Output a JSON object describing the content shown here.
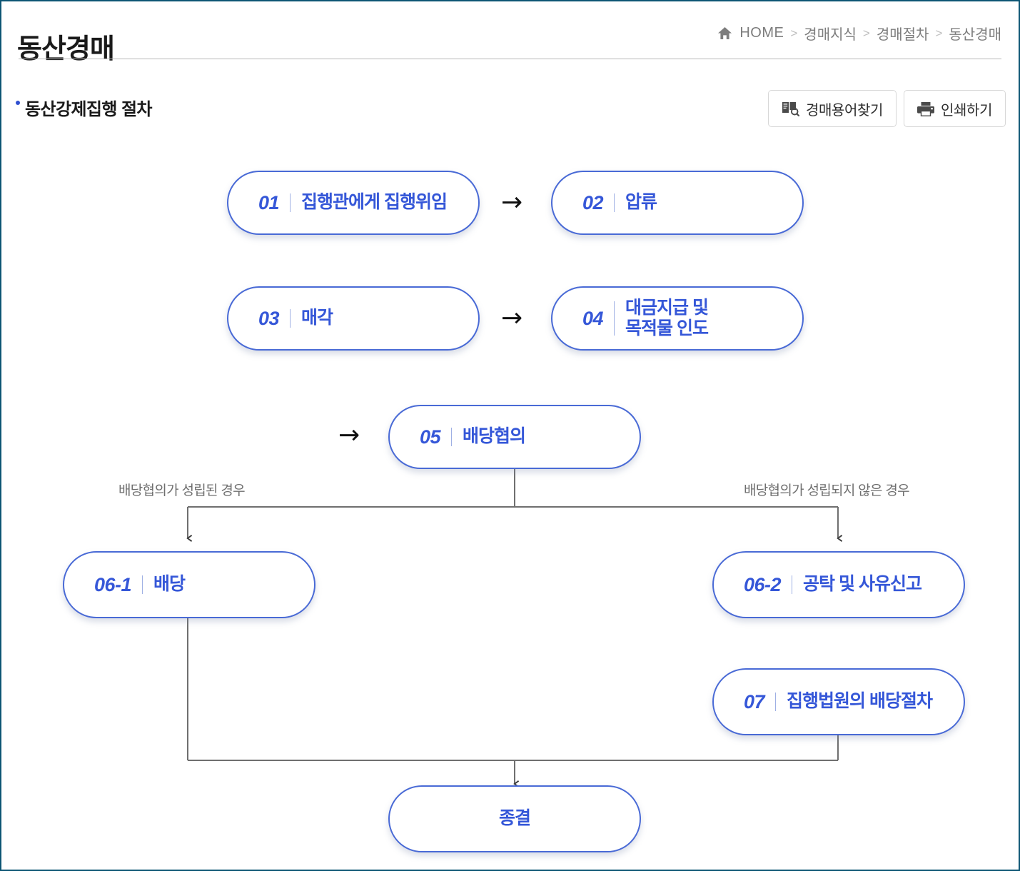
{
  "header": {
    "title": "동산경매",
    "breadcrumb": {
      "home_icon": "home-icon",
      "home_label": "HOME",
      "separator": ">",
      "items": [
        "경매지식",
        "경매절차",
        "동산경매"
      ]
    }
  },
  "section": {
    "title": "동산강제집행 절차",
    "bullet_color": "#2f4fd0"
  },
  "toolbar": {
    "buttons": [
      {
        "label": "경매용어찾기",
        "icon": "book-search-icon"
      },
      {
        "label": "인쇄하기",
        "icon": "printer-icon"
      }
    ]
  },
  "flow": {
    "accent_color": "#3557d8",
    "border_color": "#496ad6",
    "line_color": "#6f6f6f",
    "arrow_glyph": "→",
    "nodes": [
      {
        "id": "n01",
        "num": "01",
        "sep": "|",
        "label": "집행관에게 집행위임"
      },
      {
        "id": "n02",
        "num": "02",
        "sep": "|",
        "label": "압류"
      },
      {
        "id": "n03",
        "num": "03",
        "sep": "|",
        "label": "매각"
      },
      {
        "id": "n04",
        "num": "04",
        "sep": "|",
        "label": "대금지급 및\n목적물 인도"
      },
      {
        "id": "n05",
        "num": "05",
        "sep": "|",
        "label": "배당협의"
      },
      {
        "id": "n061",
        "num": "06-1",
        "sep": "|",
        "label": "배당"
      },
      {
        "id": "n062",
        "num": "06-2",
        "sep": "|",
        "label": "공탁 및 사유신고"
      },
      {
        "id": "n07",
        "num": "07",
        "sep": "|",
        "label": "집행법원의 배당절차"
      },
      {
        "id": "nend",
        "num": "",
        "sep": "",
        "label": "종결"
      }
    ],
    "branch_labels": {
      "left": "배당협의가 성립된 경우",
      "right": "배당협의가 성립되지 않은 경우"
    },
    "inline_arrows": [
      "→",
      "→",
      "→"
    ]
  }
}
